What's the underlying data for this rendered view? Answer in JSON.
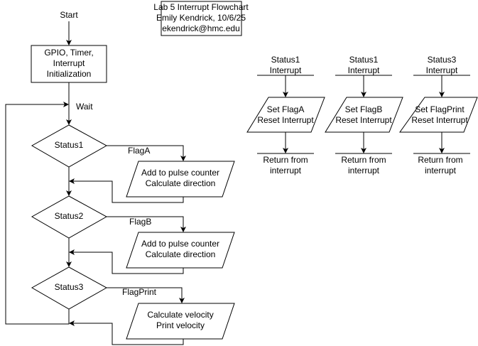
{
  "title_box": {
    "line1": "Lab 5 Interrupt Flowchart",
    "line2": "Emily Kendrick, 10/6/25",
    "line3": "ekendrick@hmc.edu"
  },
  "main_flow": {
    "start": "Start",
    "init": [
      "GPIO, Timer,",
      "Interrupt",
      "Initialization"
    ],
    "wait": "Wait",
    "decisions": [
      {
        "label": "Status1",
        "flag": "FlagA",
        "action": [
          "Add to pulse counter",
          "Calculate direction"
        ]
      },
      {
        "label": "Status2",
        "flag": "FlagB",
        "action": [
          "Add to pulse counter",
          "Calculate direction"
        ]
      },
      {
        "label": "Status3",
        "flag": "FlagPrint",
        "action": [
          "Calculate velocity",
          "Print velocity"
        ]
      }
    ]
  },
  "interrupts": [
    {
      "trigger": [
        "Status1",
        "Interrupt"
      ],
      "action": [
        "Set FlagA",
        "Reset Interrupt"
      ],
      "end": [
        "Return from",
        "interrupt"
      ]
    },
    {
      "trigger": [
        "Status1",
        "Interrupt"
      ],
      "action": [
        "Set FlagB",
        "Reset Interrupt"
      ],
      "end": [
        "Return from",
        "interrupt"
      ]
    },
    {
      "trigger": [
        "Status3",
        "Interrupt"
      ],
      "action": [
        "Set FlagPrint",
        "Reset Interrupt"
      ],
      "end": [
        "Return from",
        "interrupt"
      ]
    }
  ]
}
